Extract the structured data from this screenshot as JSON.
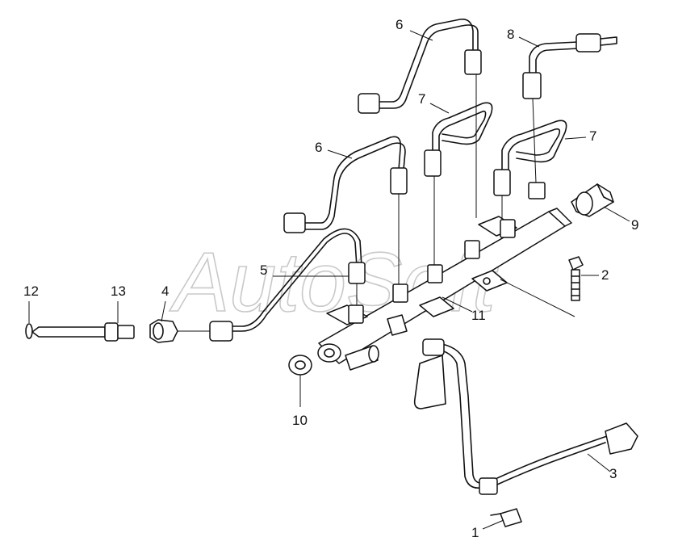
{
  "watermark": "AutoSoft",
  "callouts": {
    "c1": "1",
    "c2": "2",
    "c3": "3",
    "c4": "4",
    "c5": "5",
    "c6a": "6",
    "c6b": "6",
    "c7a": "7",
    "c7b": "7",
    "c8": "8",
    "c9": "9",
    "c10": "10",
    "c11": "11",
    "c12": "12",
    "c13": "13"
  }
}
